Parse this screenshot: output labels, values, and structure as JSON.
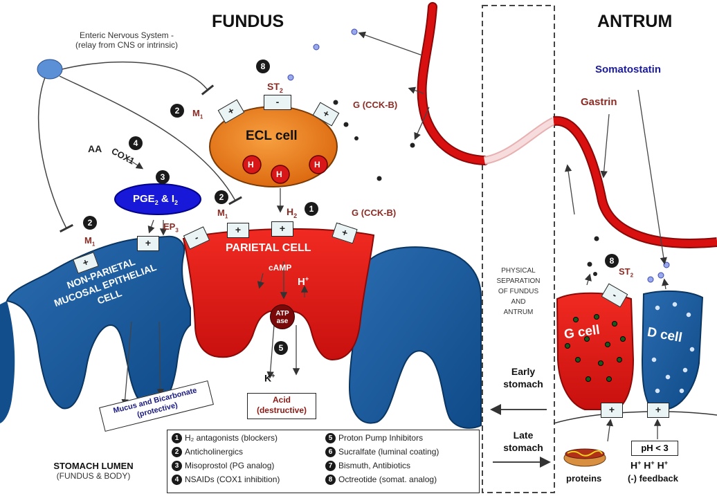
{
  "titles": {
    "fundus": "FUNDUS",
    "antrum": "ANTRUM"
  },
  "ens": {
    "line1": "Enteric Nervous System -",
    "line2": "(relay from CNS or intrinsic)"
  },
  "ecl": {
    "label": "ECL cell",
    "st2": "ST",
    "st2_sub": "2",
    "m1": "M",
    "m1_sub": "1",
    "g_cckb": "G (CCK-B)",
    "h_marks": [
      "H",
      "H",
      "H"
    ]
  },
  "aa": {
    "aa": "AA",
    "cox1": "COX1"
  },
  "pge": {
    "label": "PGE",
    "sub": "2",
    "rest": " & I",
    "sub2": "2"
  },
  "parietal": {
    "label": "PARIETAL CELL",
    "camp": "cAMP",
    "hplus": "H",
    "hplus_sup": "+",
    "kplus": "K",
    "kplus_sup": "+",
    "atpase_1": "ATP",
    "atpase_2": "ase",
    "h2": "H",
    "h2_sub": "2",
    "m1": "M",
    "m1_sub": "1",
    "g_cckb": "G (CCK-B)",
    "ep2": "EP",
    "ep2_sub": "3"
  },
  "nonparietal": {
    "line1": "NON-PARIETAL",
    "line2": "MUCOSAL EPITHELIAL",
    "line3": "CELL",
    "m": "M",
    "m_sub": "1"
  },
  "mucus": {
    "line1": "Mucus and Bicarbonate",
    "line2": "(protective)"
  },
  "acid": {
    "line1": "Acid",
    "line2": "(destructive)"
  },
  "lumen": {
    "line1": "STOMACH LUMEN",
    "line2": "(FUNDUS & BODY)"
  },
  "separation": {
    "lines": [
      "PHYSICAL",
      "SEPARATION",
      "OF FUNDUS",
      "AND",
      "ANTRUM"
    ]
  },
  "early": {
    "line1": "Early",
    "line2": "stomach"
  },
  "late": {
    "line1": "Late",
    "line2": "stomach"
  },
  "antrum": {
    "somatostatin": "Somatostatin",
    "gastrin": "Gastrin",
    "st2": "ST",
    "st2_sub": "2",
    "g_cell": "G cell",
    "d_cell": "D cell",
    "proteins": "proteins",
    "ph": "pH < 3",
    "h_row": [
      "H",
      "H",
      "H"
    ],
    "feedback": "(-) feedback"
  },
  "receptor_signs": {
    "plus": "+",
    "minus": "-"
  },
  "numbers": [
    "1",
    "2",
    "3",
    "4",
    "5",
    "6",
    "7",
    "8"
  ],
  "legend": [
    {
      "n": "1",
      "text": "H₂ antagonists (blockers)"
    },
    {
      "n": "2",
      "text": "Anticholinergics"
    },
    {
      "n": "3",
      "text": "Misoprostol (PG analog)"
    },
    {
      "n": "4",
      "text": "NSAIDs (COX1 inhibition)"
    },
    {
      "n": "5",
      "text": "Proton Pump Inhibitors"
    },
    {
      "n": "6",
      "text": "Sucralfate (luminal coating)"
    },
    {
      "n": "7",
      "text": "Bismuth, Antibiotics"
    },
    {
      "n": "8",
      "text": "Octreotide (somat. analog)"
    }
  ],
  "colors": {
    "parietal_red": "#e0201c",
    "epithelial_blue": "#1a5a9c",
    "ecl_orange": "#ef7d1a",
    "pge_blue": "#1414d8",
    "vessel_red": "#cc1010",
    "maroon_text": "#8a2b24",
    "somatostatin_blue": "#1a1aa0"
  }
}
